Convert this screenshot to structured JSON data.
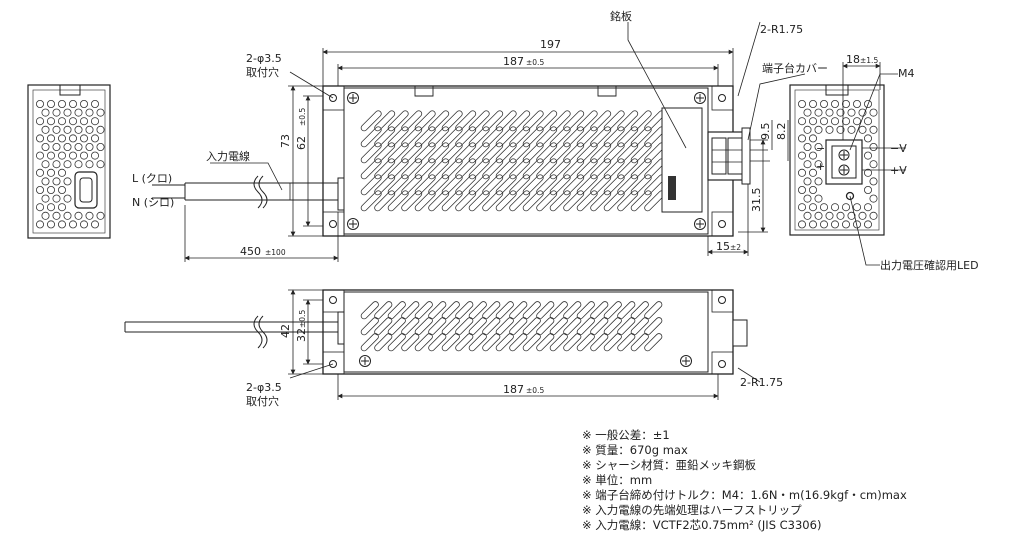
{
  "labels": {
    "meiban": "銘板",
    "r175_top": "2-R1.75",
    "r175_bottom": "2-R1.75",
    "hole_top_1": "2-φ3.5",
    "hole_top_2": "取付穴",
    "hole_bottom_1": "2-φ3.5",
    "hole_bottom_2": "取付穴",
    "terminal_cover": "端子台カバー",
    "input_wire": "入力電線",
    "wire_L": "L (クロ)",
    "wire_N": "N (シロ)",
    "m4": "M4",
    "minus_v": "−V",
    "plus_v": "+V",
    "led_label": "出力電圧確認用LED",
    "minus_sign": "−",
    "plus_sign": "+"
  },
  "dimensions": {
    "overall_length": "197",
    "body_length": "187",
    "body_length_tol": "±0.5",
    "bottom_length": "187",
    "bottom_length_tol": "±0.5",
    "height_73": "73",
    "height_62": "62",
    "height_62_tol": "±0.5",
    "wire_length": "450",
    "wire_length_tol": "±100",
    "terminal_15": "15",
    "terminal_15_tol": "±2",
    "dim_9_5": "9.5",
    "dim_8_2": "8.2",
    "dim_31_5": "31.5",
    "dim_18": "18",
    "dim_18_tol": "±1.5",
    "height_42": "42",
    "height_32": "32",
    "height_32_tol": "±0.5"
  },
  "notes": [
    "※ 一般公差：±1",
    "※ 質量：670g max",
    "※ シャーシ材質：亜鉛メッキ鋼板",
    "※ 単位：mm",
    "※ 端子台締め付けトルク：M4：1.6N・m(16.9kgf・cm)max",
    "※ 入力電線の先端処理はハーフストリップ",
    "※ 入力電線：VCTF2芯0.75mm² (JIS C3306)"
  ]
}
